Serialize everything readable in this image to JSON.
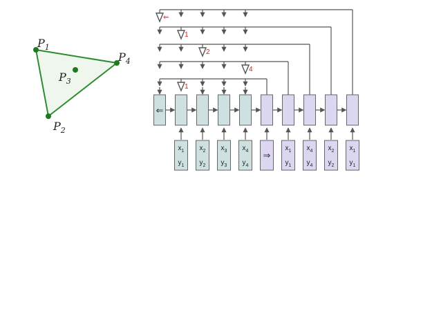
{
  "colors": {
    "polygon_stroke": "#2e8b2e",
    "polygon_fill": "#eef6ee",
    "point_fill": "#1f7a1f",
    "encoder_fill": "#cfe0e0",
    "decoder_fill": "#dcd6f0",
    "cell_stroke": "#666666",
    "arrow": "#555555",
    "pointer_label": "#d62020"
  },
  "points": [
    {
      "name": "P",
      "sub": "1"
    },
    {
      "name": "P",
      "sub": "2"
    },
    {
      "name": "P",
      "sub": "3"
    },
    {
      "name": "P",
      "sub": "4"
    }
  ],
  "encoder": {
    "start_symbol": "⇐",
    "inputs": [
      {
        "x": "x",
        "xs": "1",
        "y": "y",
        "ys": "1"
      },
      {
        "x": "x",
        "xs": "2",
        "y": "y",
        "ys": "2"
      },
      {
        "x": "x",
        "xs": "3",
        "y": "y",
        "ys": "3"
      },
      {
        "x": "x",
        "xs": "4",
        "y": "y",
        "ys": "4"
      }
    ]
  },
  "decoder": {
    "start_symbol": "⇒",
    "inputs": [
      {
        "x": "x",
        "xs": "1",
        "y": "y",
        "ys": "1"
      },
      {
        "x": "x",
        "xs": "4",
        "y": "y",
        "ys": "4"
      },
      {
        "x": "x",
        "xs": "2",
        "y": "y",
        "ys": "2"
      },
      {
        "x": "x",
        "xs": "1",
        "y": "y",
        "ys": "1"
      }
    ]
  },
  "pointers": [
    {
      "label": "⇐"
    },
    {
      "label": "1"
    },
    {
      "label": "2"
    },
    {
      "label": "4"
    },
    {
      "label": "1"
    }
  ]
}
